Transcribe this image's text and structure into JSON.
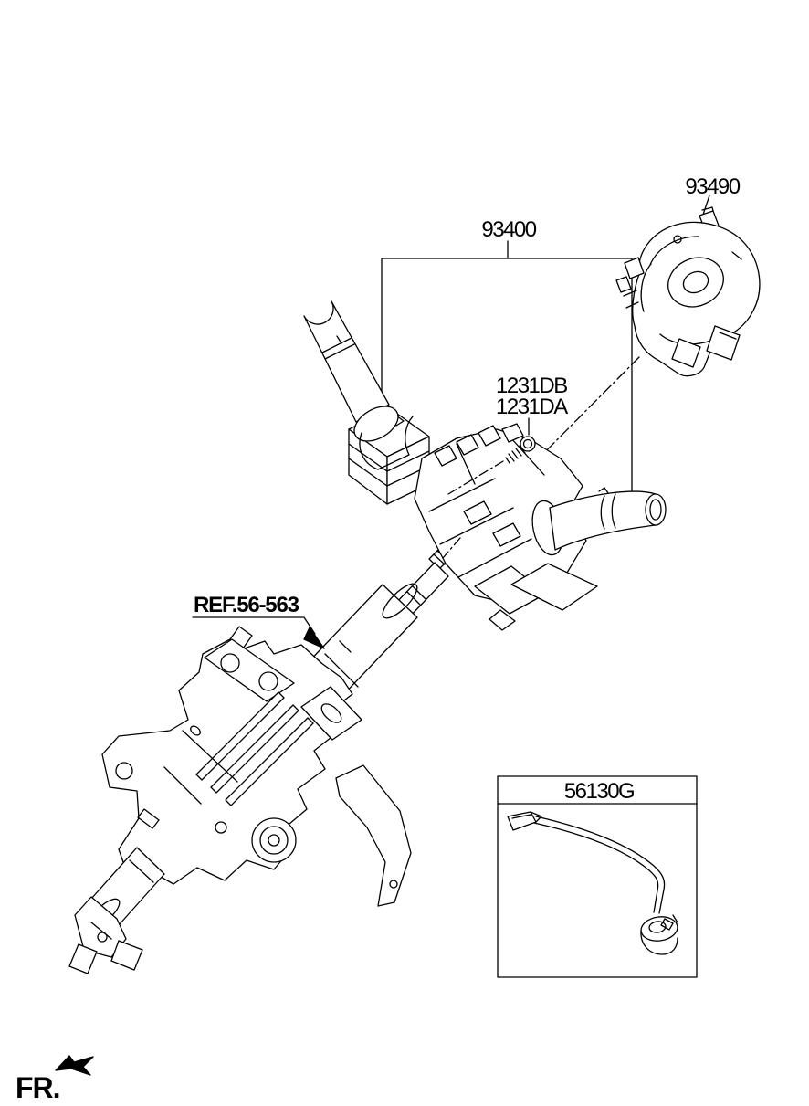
{
  "diagram_labels": {
    "part_93400": "93400",
    "part_93490": "93490",
    "part_1231db": "1231DB",
    "part_1231da": "1231DA",
    "ref_56_563": "REF.56-563",
    "part_56130g": "56130G",
    "fr_marker": "FR."
  },
  "colors": {
    "line": "#000000",
    "background": "#ffffff"
  }
}
